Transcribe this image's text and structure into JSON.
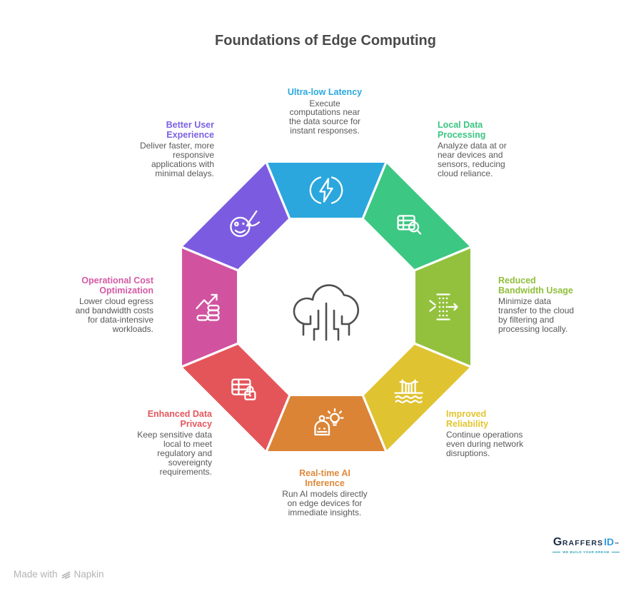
{
  "title": "Foundations of Edge Computing",
  "center_icon": {
    "name": "cloud-circuit-icon",
    "color": "#4F4F4F"
  },
  "items": [
    {
      "id": "ultra-low-latency",
      "label": "Ultra-low Latency",
      "description": "Execute\ncomputations near\nthe data source for\ninstant responses.",
      "color": "#2BA7DE",
      "label_color": "#29A9E0",
      "icon": "flash-icon"
    },
    {
      "id": "local-data-processing",
      "label": "Local Data\nProcessing",
      "description": "Analyze data at or\nnear devices and\nsensors, reducing\ncloud reliance.",
      "color": "#3CC783",
      "label_color": "#3BC583",
      "icon": "table-search-icon"
    },
    {
      "id": "reduced-bandwidth-usage",
      "label": "Reduced\nBandwidth Usage",
      "description": "Minimize data\ntransfer to the cloud\nby filtering and\nprocessing locally.",
      "color": "#93C13D",
      "label_color": "#8FBF3B",
      "icon": "filter-flow-icon"
    },
    {
      "id": "improved-reliability",
      "label": "Improved\nReliability",
      "description": "Continue operations\neven during network\ndisruptions.",
      "color": "#E0C331",
      "label_color": "#E3C52E",
      "icon": "bridge-icon"
    },
    {
      "id": "real-time-ai-inference",
      "label": "Real-time AI\nInference",
      "description": "Run AI models directly\non edge devices for\nimmediate insights.",
      "color": "#DB8436",
      "label_color": "#E08A3C",
      "icon": "robot-bulb-icon"
    },
    {
      "id": "enhanced-data-privacy",
      "label": "Enhanced Data\nPrivacy",
      "description": "Keep sensitive data\nlocal to meet\nregulatory and\nsovereignty\nrequirements.",
      "color": "#E4555A",
      "label_color": "#E4575C",
      "icon": "table-lock-icon"
    },
    {
      "id": "operational-cost-optimization",
      "label": "Operational Cost\nOptimization",
      "description": "Lower cloud egress\nand bandwidth costs\nfor data-intensive\nworkloads.",
      "color": "#D153A0",
      "label_color": "#D45AA4",
      "icon": "coins-growth-icon"
    },
    {
      "id": "better-user-experience",
      "label": "Better User\nExperience",
      "description": "Deliver faster, more\nresponsive\napplications with\nminimal delays.",
      "color": "#7B5CE1",
      "label_color": "#7C61E4",
      "icon": "smiley-pen-icon"
    }
  ],
  "footer": {
    "made_with_prefix": "Made with",
    "napkin_label": "Napkin",
    "napkin_icon": "napkin-logo-icon",
    "text_color": "#B3B3B3"
  },
  "brand": {
    "name_first_letter": "G",
    "name_rest": "RAFFERS",
    "name_id": "ID",
    "trademark": "™",
    "tagline": "WE BUILD YOUR DREAM",
    "navy": "#1C2E4A",
    "blue": "#2F9FE0",
    "teal": "#2AA1B5"
  }
}
